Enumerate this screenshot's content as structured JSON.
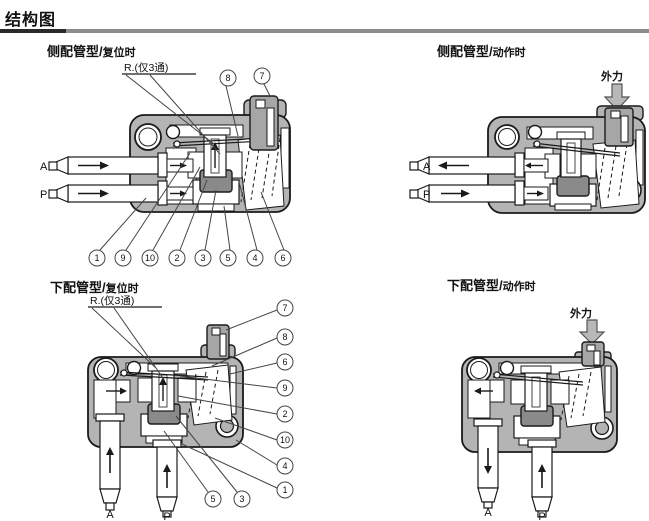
{
  "header": {
    "title": "结构图"
  },
  "shared": {
    "port_a": "A",
    "port_p": "P",
    "force": "外力",
    "r_note": "R.(仅3通)"
  },
  "colors": {
    "body_gray": "#b4b4b4",
    "poppet_gray": "#8a8a8a",
    "plunger_gray": "#a6a6a6",
    "line_black": "#1a1a1a",
    "rule_gray": "#8c8c8c"
  },
  "panels": [
    {
      "title_main": "侧配管型/",
      "title_sub": "复位时",
      "callout_top": [
        "8",
        "7"
      ],
      "callout_bottom": [
        "1",
        "9",
        "10",
        "2",
        "3",
        "5",
        "4",
        "6"
      ]
    },
    {
      "title_main": "侧配管型/",
      "title_sub": "动作时"
    },
    {
      "title_main": "下配管型/",
      "title_sub": "复位时",
      "callout_right": [
        "7",
        "8",
        "6",
        "9",
        "2",
        "10",
        "4",
        "1"
      ],
      "callout_bottom": [
        "5",
        "3"
      ]
    },
    {
      "title_main": "下配管型/",
      "title_sub": "动作时"
    }
  ]
}
